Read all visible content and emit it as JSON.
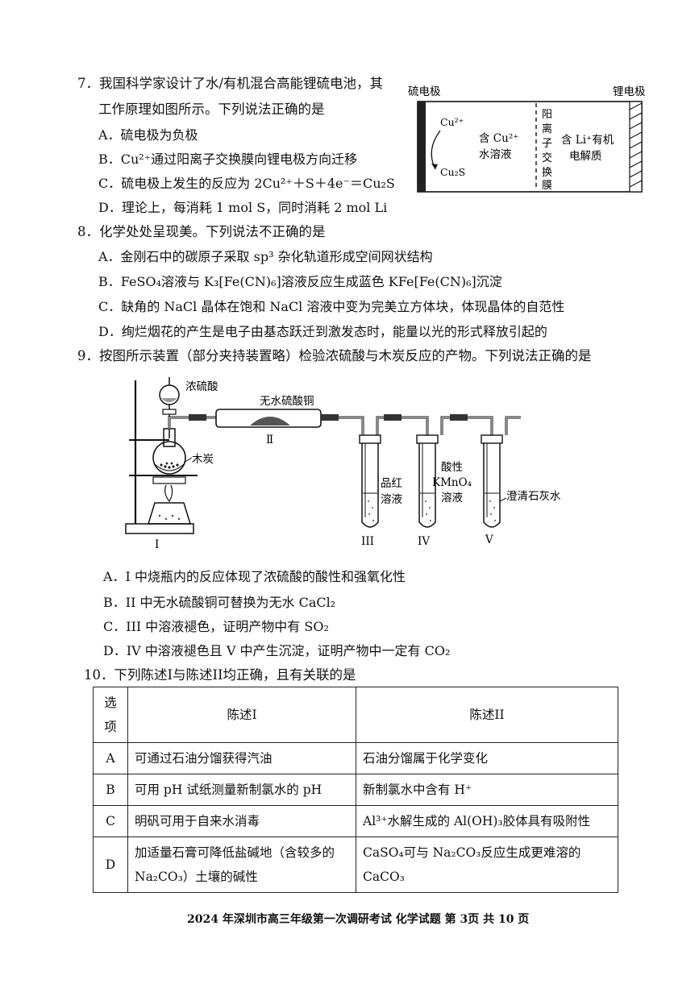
{
  "q7": {
    "stem_line1": "7．我国科学家设计了水/有机混合高能锂硫电池，其",
    "stem_line2": "工作原理如图所示。下列说法正确的是",
    "options": [
      "A．硫电极为负极",
      "B．Cu²⁺通过阳离子交换膜向锂电极方向迁移",
      "C．硫电极上发生的反应为 2Cu²⁺＋S＋4e⁻＝Cu₂S",
      "D．理论上，每消耗 1 mol S，同时消耗 2 mol Li"
    ],
    "diagram": {
      "left_electrode": "硫电极",
      "right_electrode": "锂电极",
      "cu_ion": "Cu²⁺",
      "cu2s": "Cu₂S",
      "aqueous_line1": "含 Cu²⁺",
      "aqueous_line2": "水溶液",
      "membrane_chars": [
        "阳",
        "离",
        "子",
        "交",
        "换",
        "膜"
      ],
      "organic_line1": "含 Li⁺有机",
      "organic_line2": "电解质"
    }
  },
  "q8": {
    "stem": "8．化学处处呈现美。下列说法不正确的是",
    "options": [
      "A．金刚石中的碳原子采取 sp³ 杂化轨道形成空间网状结构",
      "B．FeSO₄溶液与 K₃[Fe(CN)₆]溶液反应生成蓝色 KFe[Fe(CN)₆]沉淀",
      "C．缺角的 NaCl 晶体在饱和 NaCl 溶液中变为完美立方体块，体现晶体的自范性",
      "D．绚烂烟花的产生是电子由基态跃迁到激发态时，能量以光的形式释放引起的"
    ]
  },
  "q9": {
    "stem": "9．按图所示装置（部分夹持装置略）检验浓硫酸与木炭反应的产物。下列说法正确的是",
    "diagram": {
      "acid": "浓硫酸",
      "desiccant": "无水硫酸铜",
      "charcoal": "木炭",
      "tube2": "Ⅱ",
      "label1": "I",
      "pinkred_line1": "品红",
      "pinkred_line2": "溶液",
      "acidic_line1": "酸性",
      "acidic_line2": "KMnO₄",
      "acidic_line3": "溶液",
      "limewater": "澄清石灰水",
      "label3": "III",
      "label4": "IV",
      "label5": "V"
    },
    "options": [
      "A．I 中烧瓶内的反应体现了浓硫酸的酸性和强氧化性",
      "B．II 中无水硫酸铜可替换为无水 CaCl₂",
      "C．III 中溶液褪色，证明产物中有 SO₂",
      "D．IV 中溶液褪色且 V 中产生沉淀，证明产物中一定有 CO₂"
    ]
  },
  "q10": {
    "stem": "10．下列陈述I与陈述II均正确，且有关联的是",
    "headers": [
      "选项",
      "陈述I",
      "陈述II"
    ],
    "rows": [
      [
        "A",
        "可通过石油分馏获得汽油",
        "石油分馏属于化学变化"
      ],
      [
        "B",
        "可用 pH 试纸测量新制氯水的 pH",
        "新制氯水中含有 H⁺"
      ],
      [
        "C",
        "明矾可用于自来水消毒",
        "Al³⁺水解生成的 Al(OH)₃胶体具有吸附性"
      ],
      [
        "D",
        "加适量石膏可降低盐碱地（含较多的 Na₂CO₃）土壤的碱性",
        "CaSO₄可与 Na₂CO₃反应生成更难溶的 CaCO₃"
      ]
    ]
  },
  "footer": "2024 年深圳市高三年级第一次调研考试  化学试题  第 3页  共 10 页"
}
